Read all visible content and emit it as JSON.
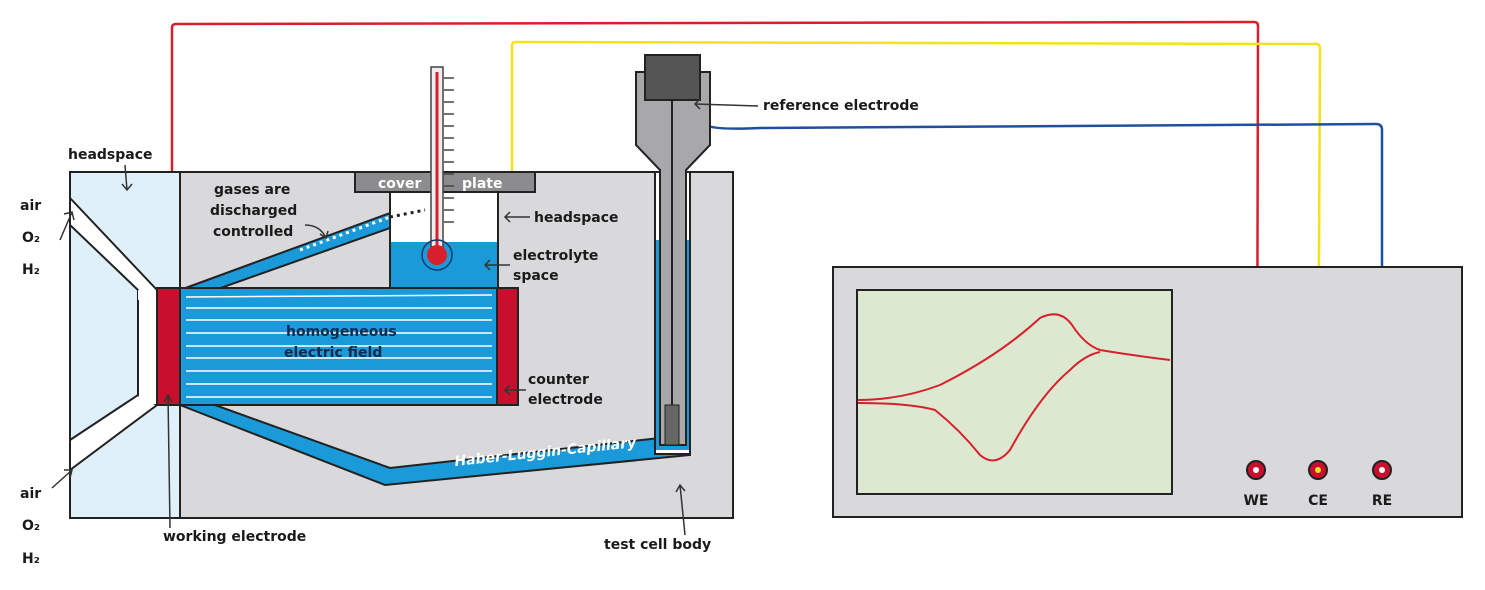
{
  "labels": {
    "headspace_left": "headspace",
    "air_out": "air",
    "o2_out": "O₂",
    "h2_out": "H₂",
    "air_in": "air",
    "o2_in": "O₂",
    "h2_in": "H₂",
    "gases_1": "gases are",
    "gases_2": "discharged",
    "gases_3": "controlled",
    "cover": "cover",
    "plate": "plate",
    "headspace_right": "headspace",
    "electrolyte_1": "electrolyte",
    "electrolyte_2": "space",
    "field_1": "homogeneous",
    "field_2": "electric field",
    "counter_1": "counter",
    "counter_2": "electrode",
    "capillary": "Haber-Luggin-Capillary",
    "working_electrode": "working electrode",
    "test_cell_body": "test cell body",
    "reference_electrode": "reference electrode"
  },
  "instrument": {
    "jacks": [
      {
        "label": "WE",
        "wire_color": "#d8202c"
      },
      {
        "label": "CE",
        "wire_color": "#f2e21a"
      },
      {
        "label": "RE",
        "wire_color": "#1f4fa0"
      }
    ],
    "screen_color": "#dce9d0",
    "trace_color": "#d8202c"
  },
  "colors": {
    "electrolyte": "#1a9ad8",
    "body": "#d9d9db",
    "headspace": "#dff0fb",
    "electrode": "#c8102e"
  }
}
